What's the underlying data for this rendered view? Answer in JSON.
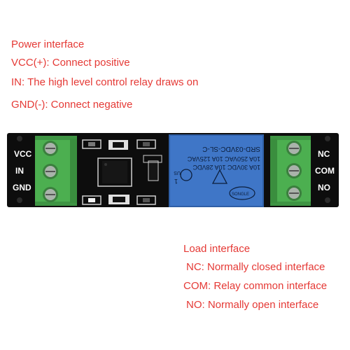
{
  "power": {
    "heading": "Power interface",
    "vcc": "VCC(+): Connect positive",
    "in": "IN: The high level control relay draws on",
    "gnd": "GND(-): Connect negative"
  },
  "board": {
    "left_pins": [
      "VCC",
      "IN",
      "GND"
    ],
    "right_pins": [
      "NC",
      "COM",
      "NO"
    ],
    "relay_lines": [
      "SRD-03VDC-SL-C",
      "10A 250VAC 10A 125VAC",
      "10A 30VDC 10A 28VDC"
    ],
    "relay_logo": "SONGLE",
    "relay_pin": "1",
    "relay_marks": "US"
  },
  "load": {
    "heading": "Load interface",
    "nc": "NC: Normally closed interface",
    "com": "COM: Relay common interface",
    "no": "NO: Normally open interface"
  },
  "colors": {
    "text": "#e53935",
    "pcb": "#0d0d0d",
    "terminal": "#4caf50",
    "relay": "#3f76c7"
  }
}
